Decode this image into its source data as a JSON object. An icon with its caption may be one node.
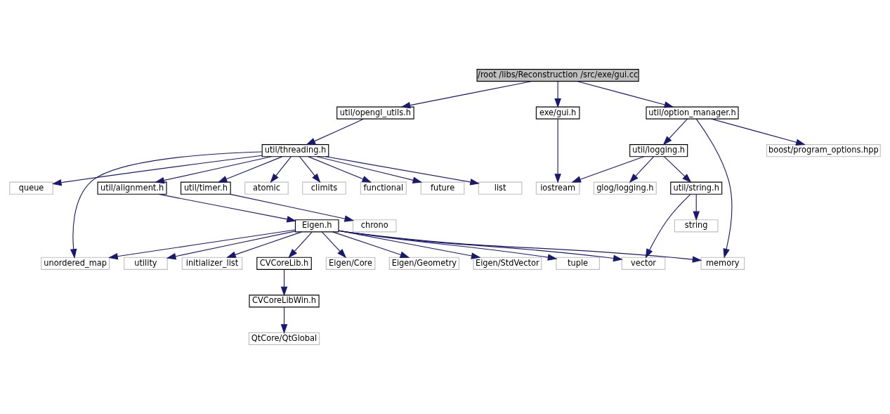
{
  "diagram": {
    "nodes": [
      {
        "text": [
          "/root /libs/Reconstruction /src/exe/gui.cc"
        ]
      },
      {
        "text": [
          "util/opengl_utils.h"
        ]
      },
      {
        "text": [
          "exe/gui.h"
        ]
      },
      {
        "text": [
          "util/option_manager.h"
        ]
      },
      {
        "text": [
          "util/threading.h"
        ]
      },
      {
        "text": [
          "boost/program_options.hpp"
        ]
      },
      {
        "text": [
          "util/logging.h"
        ]
      },
      {
        "text": [
          "unordered_map"
        ]
      },
      {
        "text": [
          "util/alignment.h"
        ]
      },
      {
        "text": [
          "util/timer.h"
        ]
      },
      {
        "text": [
          "atomic"
        ]
      },
      {
        "text": [
          "climits"
        ]
      },
      {
        "text": [
          "functional"
        ]
      },
      {
        "text": [
          "future"
        ]
      },
      {
        "text": [
          "list"
        ]
      },
      {
        "text": [
          "queue"
        ]
      },
      {
        "text": [
          "iostream"
        ]
      },
      {
        "text": [
          "util/string.h"
        ]
      },
      {
        "text": [
          "glog/logging.h"
        ]
      },
      {
        "text": [
          "memory"
        ]
      },
      {
        "text": [
          "Eigen.h"
        ]
      },
      {
        "text": [
          "chrono"
        ]
      },
      {
        "text": [
          "string"
        ]
      },
      {
        "text": [
          "initializer_list"
        ]
      },
      {
        "text": [
          "CVCoreLib.h"
        ]
      },
      {
        "text": [
          "Eigen/Core"
        ]
      },
      {
        "text": [
          "Eigen/Geometry"
        ]
      },
      {
        "text": [
          "Eigen/StdVector"
        ]
      },
      {
        "text": [
          "tuple"
        ]
      },
      {
        "text": [
          "utility"
        ]
      },
      {
        "text": [
          "vector"
        ]
      },
      {
        "text": [
          "CVCoreLibWin.h"
        ]
      },
      {
        "text": [
          "QtCore/QtGlobal"
        ]
      }
    ],
    "edges": [
      {
        "from": 0,
        "to": 1,
        "arrow": "to"
      },
      {
        "from": 0,
        "to": 2,
        "arrow": "to"
      },
      {
        "from": 0,
        "to": 3,
        "arrow": "to"
      },
      {
        "from": 1,
        "to": 4,
        "arrow": "to"
      },
      {
        "from": 2,
        "to": 16,
        "arrow": "to"
      },
      {
        "from": 3,
        "to": 5,
        "arrow": "to"
      },
      {
        "from": 3,
        "to": 6,
        "arrow": "to"
      },
      {
        "from": 3,
        "to": 19,
        "arrow": "to"
      },
      {
        "from": 4,
        "to": 7,
        "arrow": "to"
      },
      {
        "from": 4,
        "to": 8,
        "arrow": "to"
      },
      {
        "from": 4,
        "to": 9,
        "arrow": "to"
      },
      {
        "from": 4,
        "to": 10,
        "arrow": "to"
      },
      {
        "from": 4,
        "to": 11,
        "arrow": "to"
      },
      {
        "from": 4,
        "to": 12,
        "arrow": "to"
      },
      {
        "from": 4,
        "to": 13,
        "arrow": "to"
      },
      {
        "from": 4,
        "to": 14,
        "arrow": "to"
      },
      {
        "from": 4,
        "to": 15,
        "arrow": "to"
      },
      {
        "from": 6,
        "to": 16,
        "arrow": "to"
      },
      {
        "from": 6,
        "to": 17,
        "arrow": "to"
      },
      {
        "from": 6,
        "to": 18,
        "arrow": "to"
      },
      {
        "from": 8,
        "to": 20,
        "arrow": "to"
      },
      {
        "from": 9,
        "to": 21,
        "arrow": "to"
      },
      {
        "from": 17,
        "to": 22,
        "arrow": "to"
      },
      {
        "from": 17,
        "to": 30,
        "arrow": "to"
      },
      {
        "from": 20,
        "to": 7,
        "arrow": "to"
      },
      {
        "from": 20,
        "to": 23,
        "arrow": "to"
      },
      {
        "from": 20,
        "to": 24,
        "arrow": "to"
      },
      {
        "from": 20,
        "to": 25,
        "arrow": "to"
      },
      {
        "from": 20,
        "to": 26,
        "arrow": "to"
      },
      {
        "from": 20,
        "to": 27,
        "arrow": "to"
      },
      {
        "from": 20,
        "to": 28,
        "arrow": "to"
      },
      {
        "from": 20,
        "to": 29,
        "arrow": "to"
      },
      {
        "from": 20,
        "to": 30,
        "arrow": "to"
      },
      {
        "from": 20,
        "to": 19,
        "arrow": "to"
      },
      {
        "from": 24,
        "to": 31,
        "arrow": "to"
      },
      {
        "from": 31,
        "to": 32,
        "arrow": "to"
      }
    ]
  }
}
